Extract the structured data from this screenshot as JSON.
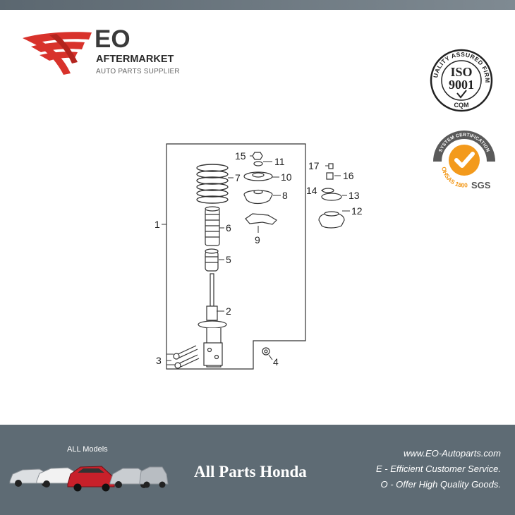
{
  "brand": {
    "name": "EO",
    "line1": "AFTERMARKET",
    "line2": "AUTO PARTS SUPPLIER",
    "red": "#d8322b"
  },
  "badges": {
    "iso_ring_text": "QUALITY ASSURED FIRM",
    "iso_line1": "ISO",
    "iso_line2": "9001",
    "iso_cqm": "CQM",
    "sgs_ring_text": "SYSTEM CERTIFICATION",
    "sgs_ohsas": "OHSAS 18001",
    "sgs_logo": "SGS",
    "sgs_orange": "#f39a1c"
  },
  "diagram": {
    "labels": [
      "1",
      "2",
      "3",
      "4",
      "5",
      "6",
      "7",
      "8",
      "9",
      "10",
      "11",
      "12",
      "13",
      "14",
      "15",
      "16",
      "17"
    ]
  },
  "footer": {
    "all_models": "ALL Models",
    "title": "All Parts Honda",
    "url": "www.EO-Autoparts.com",
    "line_e": "E - Efficient Customer Service.",
    "line_o": "O - Offer High Quality Goods.",
    "bg": "#5e6b74"
  }
}
